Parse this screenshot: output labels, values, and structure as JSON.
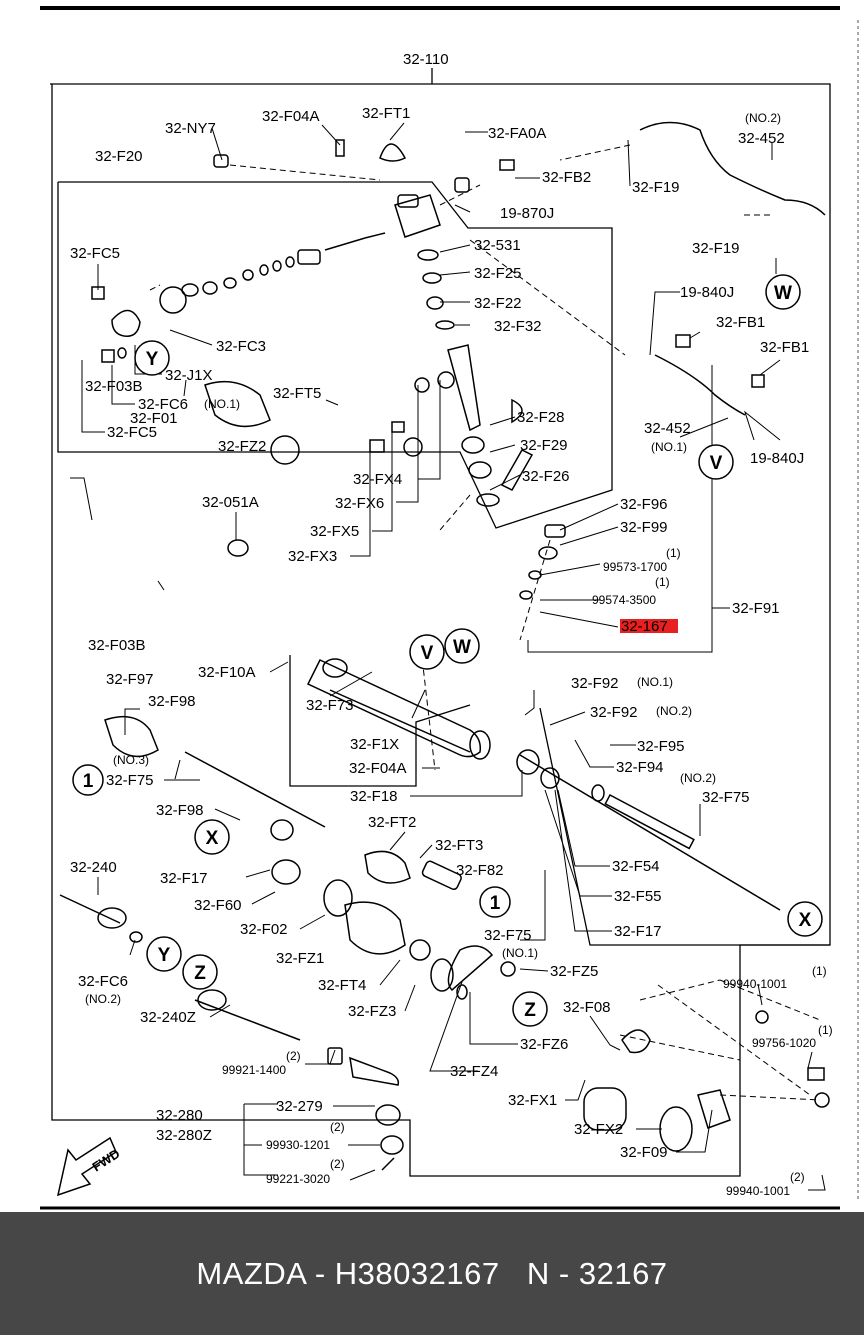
{
  "header": {
    "group_code": "32-110"
  },
  "labels": {
    "ny7": "32-NY7",
    "f04a_top": "32-F04A",
    "ft1": "32-FT1",
    "fa0a": "32-FA0A",
    "fb2": "32-FB2",
    "f19_top": "32-F19",
    "f452_top": "32-452",
    "no2_top": "(NO.2)",
    "f20": "32-F20",
    "j870": "19-870J",
    "fc5_top": "32-FC5",
    "f531": "32-531",
    "f25": "32-F25",
    "f22": "32-F22",
    "f32": "32-F32",
    "fc3": "32-FC3",
    "j1x": "32-J1X",
    "fc6": "32-FC6",
    "fc6_no": "(NO.1)",
    "fc5_bot": "32-FC5",
    "f19_mid": "32-F19",
    "j840_top": "19-840J",
    "fb1_a": "32-FB1",
    "fb1_b": "32-FB1",
    "f452_bot": "32-452",
    "no1_452": "(NO.1)",
    "j840_bot": "19-840J",
    "f28": "32-F28",
    "f29": "32-F29",
    "f26": "32-F26",
    "fx4": "32-FX4",
    "fx6": "32-FX6",
    "fx5": "32-FX5",
    "fx3": "32-FX3",
    "ft5": "32-FT5",
    "f051a": "32-051A",
    "f96": "32-F96",
    "f99": "32-F99",
    "p1700_qty": "(1)",
    "p1700": "99573-1700",
    "p3500_qty": "(1)",
    "p3500": "99574-3500",
    "f91": "32-F91",
    "f167": "32-167",
    "f03b_top": "32-F03B",
    "f01": "32-F01",
    "fz2": "32-FZ2",
    "f10a": "32-F10A",
    "f03b_bot": "32-F03B",
    "f97": "32-F97",
    "f98_top": "32-F98",
    "f73": "32-F73",
    "f1x": "32-F1X",
    "f92_a": "32-F92",
    "f92_a_no": "(NO.1)",
    "f92_b": "32-F92",
    "f92_b_no": "(NO.2)",
    "f95": "32-F95",
    "f94": "32-F94",
    "no3": "(NO.3)",
    "f75_left": "32-F75",
    "f04a_mid": "32-F04A",
    "f18": "32-F18",
    "no2_f75": "(NO.2)",
    "f75_right": "32-F75",
    "f98_bot": "32-F98",
    "ft2": "32-FT2",
    "ft3": "32-FT3",
    "f240": "32-240",
    "f17_left": "32-F17",
    "f60": "32-F60",
    "f82": "32-F82",
    "f54": "32-F54",
    "f02": "32-F02",
    "f55": "32-F55",
    "fz1": "32-FZ1",
    "f75_mid": "32-F75",
    "no1_f75": "(NO.1)",
    "f17_right": "32-F17",
    "fc6_b": "32-FC6",
    "fc6_b_no": "(NO.2)",
    "ft4": "32-FT4",
    "fz5": "32-FZ5",
    "p1001_qty": "(1)",
    "p1001": "99940-1001",
    "f240z": "32-240Z",
    "fz3": "32-FZ3",
    "f08": "32-F08",
    "fz6": "32-FZ6",
    "p1020_qty": "(1)",
    "p1020": "99756-1020",
    "p1400_qty": "(2)",
    "p1400": "99921-1400",
    "fz4": "32-FZ4",
    "fx1": "32-FX1",
    "f280": "32-280",
    "f280z": "32-280Z",
    "f279": "32-279",
    "p1201_qty": "(2)",
    "p1201": "99930-1201",
    "fx2": "32-FX2",
    "f09": "32-F09",
    "p3020_qty": "(2)",
    "p3020": "99221-3020",
    "p1001b_qty": "(2)",
    "p1001b": "99940-1001",
    "fwd": "FWD"
  },
  "callouts": {
    "w_top": "W",
    "v_mid": "V",
    "y_top": "Y",
    "v_rack": "V",
    "w_rack": "W",
    "one_left": "1",
    "x_left": "X",
    "one_right": "1",
    "x_right": "X",
    "y_bot": "Y",
    "z_left": "Z",
    "z_right": "Z"
  },
  "highlight_color": "#e8201f",
  "footer": {
    "caption": "MAZDA - H38032167   N - 32167"
  }
}
